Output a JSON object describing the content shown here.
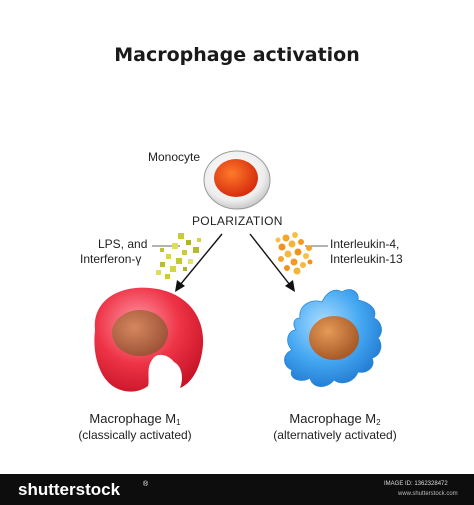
{
  "title": "Macrophage activation",
  "labels": {
    "monocyte": "Monocyte",
    "polarization": "POLARIZATION",
    "stimuli_m1_line1": "LPS, and",
    "stimuli_m1_line2": "Interferon-γ",
    "stimuli_m2_line1": "Interleukin-4,",
    "stimuli_m2_line2": "Interleukin-13"
  },
  "macrophage_m1": {
    "name": "Macrophage M",
    "subscript": "1",
    "description": "(classically activated)"
  },
  "macrophage_m2": {
    "name": "Macrophage M",
    "subscript": "2",
    "description": "(alternatively activated)"
  },
  "colors": {
    "m1_cell": "#e8283c",
    "m1_nucleus": "#b86a4a",
    "m2_cell": "#3fa6f0",
    "m2_nucleus": "#c8773f",
    "monocyte_nucleus": "#e23a12",
    "m1_stimuli_particles": "#c8cc3a",
    "m2_stimuli_particles": "#f2a02a"
  },
  "watermark": {
    "brand": "shutterstock",
    "brand_mark": "®",
    "image_id": "IMAGE ID: 1362328472",
    "site": "www.shutterstock.com"
  }
}
